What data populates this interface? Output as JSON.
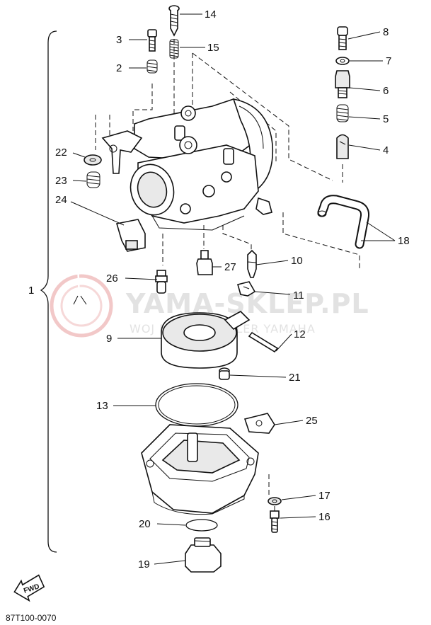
{
  "watermark": {
    "title": "YAMA-SKLEP.PL",
    "subtitle": "WOJ    ECH       Y | DEALER YAMAHA"
  },
  "assembly_label": "1",
  "diagram_code": "87T100-0070",
  "fwd_label": "FWD",
  "callouts": [
    {
      "id": "c14",
      "label": "14"
    },
    {
      "id": "c3",
      "label": "3"
    },
    {
      "id": "c15",
      "label": "15"
    },
    {
      "id": "c2",
      "label": "2"
    },
    {
      "id": "c8",
      "label": "8"
    },
    {
      "id": "c7",
      "label": "7"
    },
    {
      "id": "c6",
      "label": "6"
    },
    {
      "id": "c5",
      "label": "5"
    },
    {
      "id": "c4",
      "label": "4"
    },
    {
      "id": "c22",
      "label": "22"
    },
    {
      "id": "c23",
      "label": "23"
    },
    {
      "id": "c24",
      "label": "24"
    },
    {
      "id": "c18",
      "label": "18"
    },
    {
      "id": "c26",
      "label": "26"
    },
    {
      "id": "c27",
      "label": "27"
    },
    {
      "id": "c10",
      "label": "10"
    },
    {
      "id": "c11",
      "label": "11"
    },
    {
      "id": "c9",
      "label": "9"
    },
    {
      "id": "c12",
      "label": "12"
    },
    {
      "id": "c21",
      "label": "21"
    },
    {
      "id": "c13",
      "label": "13"
    },
    {
      "id": "c25",
      "label": "25"
    },
    {
      "id": "c17",
      "label": "17"
    },
    {
      "id": "c20",
      "label": "20"
    },
    {
      "id": "c16",
      "label": "16"
    },
    {
      "id": "c19",
      "label": "19"
    }
  ]
}
